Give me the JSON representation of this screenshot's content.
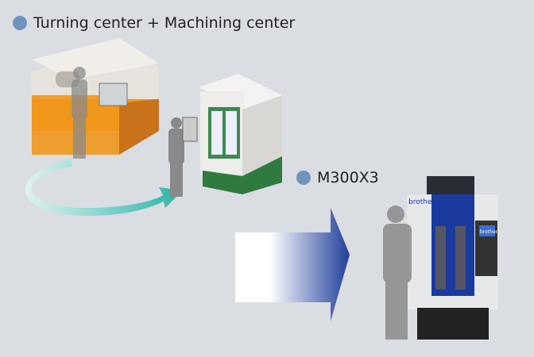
{
  "labels": {
    "before": "Turning center + Machining center",
    "after": "M300X3"
  },
  "machine": {
    "brand": "brother",
    "screen_brand": "brother"
  },
  "colors": {
    "background": "#dadde1",
    "bullet": "#6f93bf",
    "arrow_blue": "#1f3f9a",
    "curve_arrow": "#2bb3a8",
    "lathe_orange": "#f0961c",
    "mc_green": "#3c8a4e",
    "m300_blue": "#1a3aa0"
  }
}
